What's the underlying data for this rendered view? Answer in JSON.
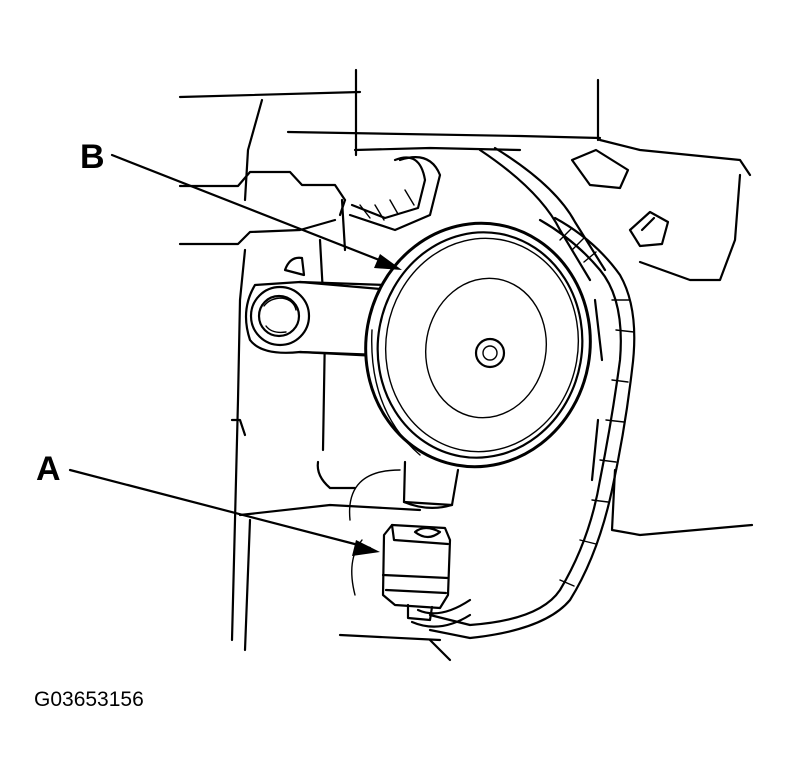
{
  "figure_id": "G03653156",
  "callouts": [
    {
      "letter": "A"
    },
    {
      "letter": "B"
    }
  ],
  "colors": {
    "ink": "#000000",
    "paper": "#ffffff"
  }
}
